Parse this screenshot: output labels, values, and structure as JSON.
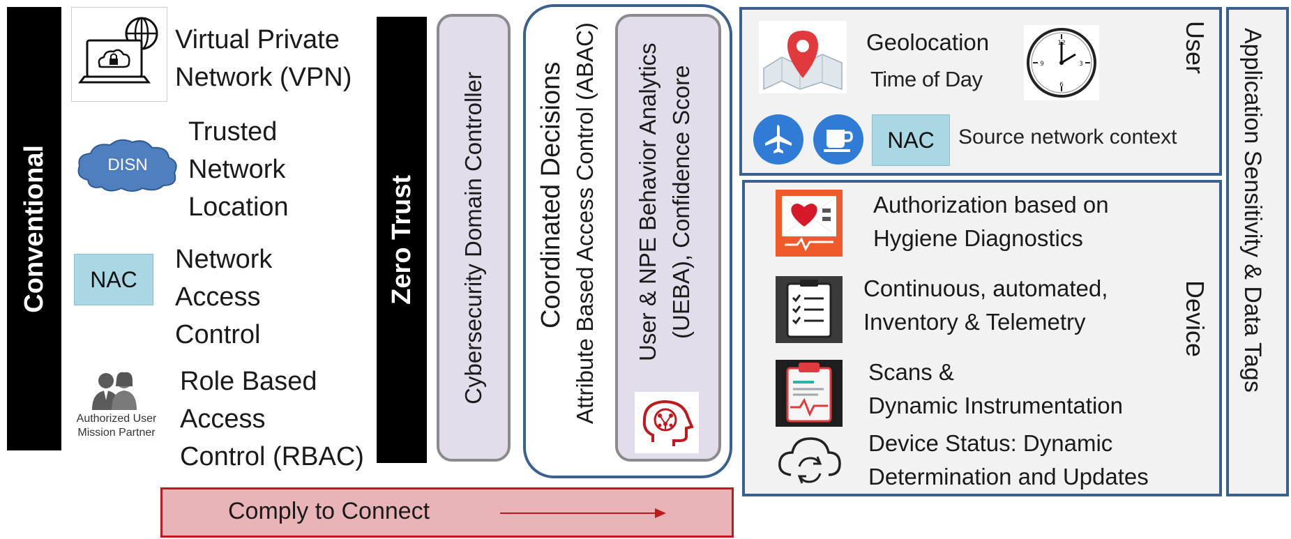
{
  "left": {
    "conventional_label": "Conventional",
    "items": [
      {
        "label_lines": [
          "Virtual Private",
          "Network (VPN)"
        ],
        "icon": "laptop-cloud-lock-globe-icon"
      },
      {
        "label_lines": [
          "Trusted",
          "Network",
          "Location"
        ],
        "icon": "cloud-icon",
        "icon_text": "DISN"
      },
      {
        "label_lines": [
          "Network",
          "Access",
          "Control"
        ],
        "icon": "nac-box",
        "icon_text": "NAC"
      },
      {
        "label_lines": [
          "Role Based",
          "Access",
          "Control (RBAC)"
        ],
        "icon": "users-icon",
        "icon_caption_lines": [
          "Authorized User",
          "Mission Partner"
        ]
      }
    ]
  },
  "zero_trust": {
    "label": "Zero Trust",
    "controller": "Cybersecurity Domain Controller",
    "coordinated_title": "Coordinated Decisions",
    "coordinated_sub": "Attribute Based Access Control (ABAC)",
    "ueba_lines": [
      "User & NPE Behavior Analytics",
      "(UEBA), Confidence Score"
    ],
    "ueba_icon": "brain-circuit-icon"
  },
  "comply": {
    "label": "Comply to Connect"
  },
  "user_panel": {
    "title": "User",
    "geolocation": "Geolocation",
    "time_of_day": "Time of Day",
    "nac": "NAC",
    "source": "Source network context",
    "icons": [
      "map-pin-icon",
      "clock-icon",
      "airplane-icon",
      "coffee-cup-icon"
    ]
  },
  "device_panel": {
    "title": "Device",
    "items": [
      {
        "lines": [
          "Authorization based on",
          "Hygiene Diagnostics"
        ],
        "icon": "heart-monitor-icon"
      },
      {
        "lines": [
          "Continuous, automated,",
          "Inventory & Telemetry"
        ],
        "icon": "checklist-icon"
      },
      {
        "lines": [
          "Scans &",
          "Dynamic Instrumentation"
        ],
        "icon": "clipboard-pulse-icon"
      },
      {
        "lines": [
          "Device Status: Dynamic",
          "Determination and Updates"
        ],
        "icon": "cloud-sync-icon"
      }
    ]
  },
  "right_bar": {
    "label": "Application Sensitivity & Data Tags"
  },
  "colors": {
    "panel_border": "#3b5f8f",
    "nac_fill": "#a9d7e4",
    "comply_fill": "#e8b4b8",
    "comply_border": "#c0181f",
    "lavender": "#e3dcea",
    "cloud": "#4f7fbf"
  }
}
